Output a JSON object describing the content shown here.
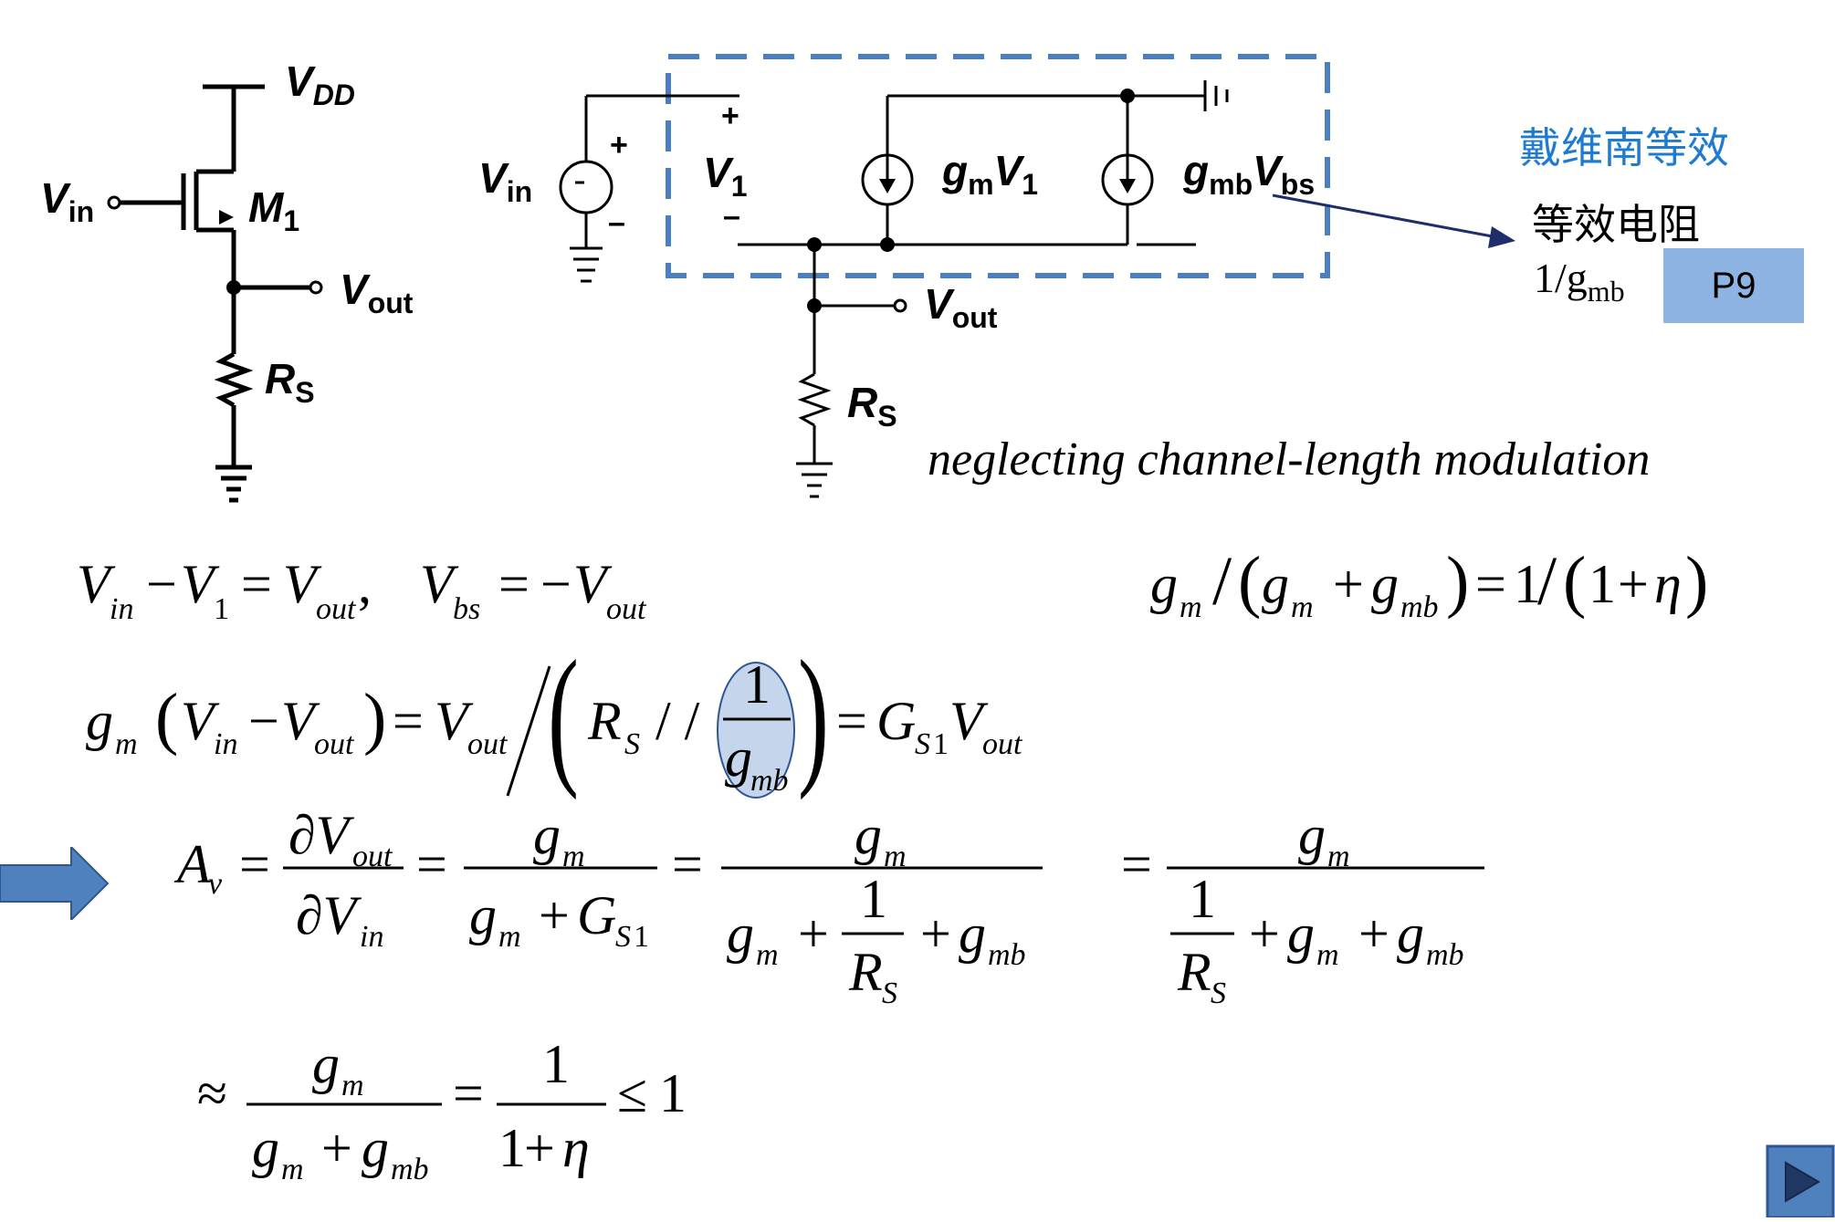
{
  "circuit_left": {
    "vdd": "V",
    "vdd_sub": "DD",
    "vin": "V",
    "vin_sub": "in",
    "m1": "M",
    "m1_sub": "1",
    "vout": "V",
    "vout_sub": "out",
    "rs": "R",
    "rs_sub": "S"
  },
  "circuit_right": {
    "vin": "V",
    "vin_sub": "in",
    "plus": "+",
    "minus": "–",
    "v1": "V",
    "v1_sub": "1",
    "gm_v1": "g",
    "gm_v1_sub": "m",
    "gm_v1_tail": "V",
    "gm_v1_tail_sub": "1",
    "gmb": "g",
    "gmb_sub": "mb",
    "gmb_tail": "V",
    "gmb_tail_sub": "bs",
    "vout": "V",
    "vout_sub": "out",
    "rs": "R",
    "rs_sub": "S"
  },
  "annotation": {
    "title": "戴维南等效",
    "line1": "等效电阻",
    "line2_main": "1/g",
    "line2_sub": "mb",
    "badge": "P9"
  },
  "note": "neglecting channel-length modulation",
  "accent_blue": "#4a7fc1",
  "arrow_fill": "#4f81bd",
  "highlight_fill": "#c5d6ec",
  "nav_icon": "play-next-icon"
}
